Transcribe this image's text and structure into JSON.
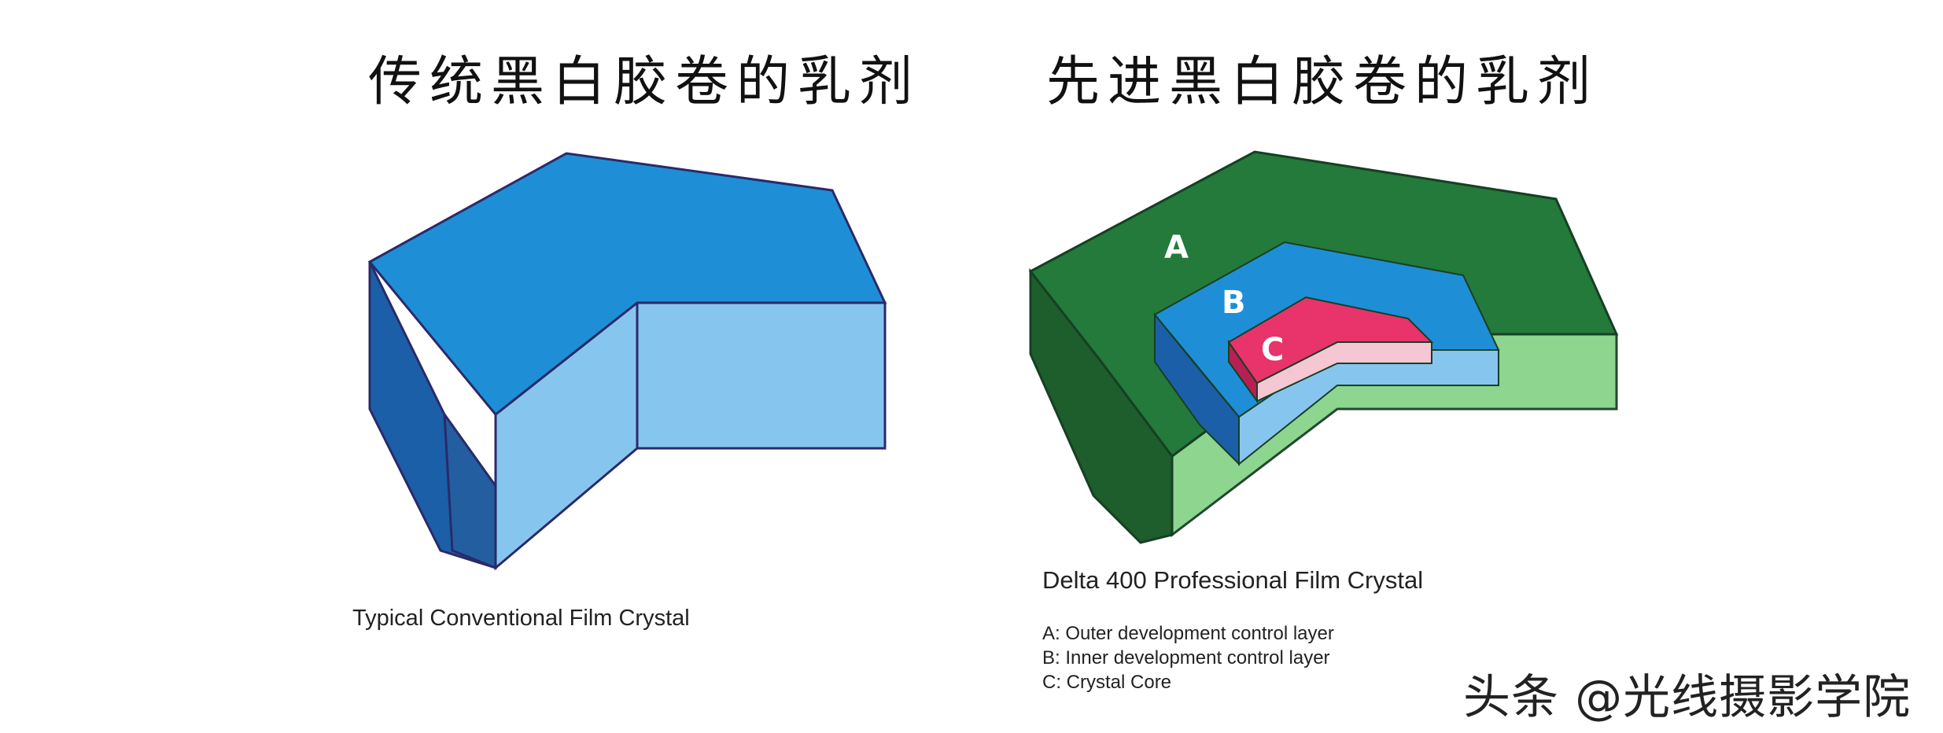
{
  "titles": {
    "left": "传统黑白胶卷的乳剂",
    "right": "先进黑白胶卷的乳剂"
  },
  "left_diagram": {
    "caption": "Typical Conventional Film Crystal",
    "colors": {
      "top": "#1e8fd6",
      "front": "#86c6ee",
      "left": "#1a5fa8",
      "outline": "#2a2a6a"
    }
  },
  "right_diagram": {
    "caption": "Delta 400 Professional Film Crystal",
    "layers": [
      {
        "letter": "A",
        "text": "A: Outer development control layer",
        "color": "#237a3a"
      },
      {
        "letter": "B",
        "text": "B: Inner development control layer",
        "color": "#1e8fd6"
      },
      {
        "letter": "C",
        "text": "C: Crystal Core",
        "color": "#e8336b"
      }
    ]
  },
  "watermark": "头条 @光线摄影学院"
}
